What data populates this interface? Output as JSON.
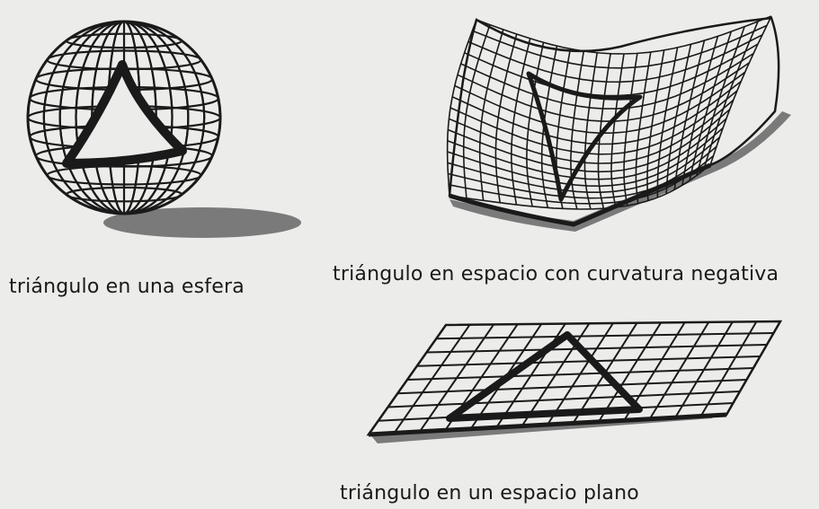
{
  "labels": {
    "sphere": "triángulo en una esfera",
    "saddle": "triángulo en espacio con curvatura negativa",
    "flat": "triángulo en un espacio plano"
  },
  "colors": {
    "ink": "#1a1a1a",
    "paper": "#ececea",
    "shadow": "#7a7a7a"
  }
}
